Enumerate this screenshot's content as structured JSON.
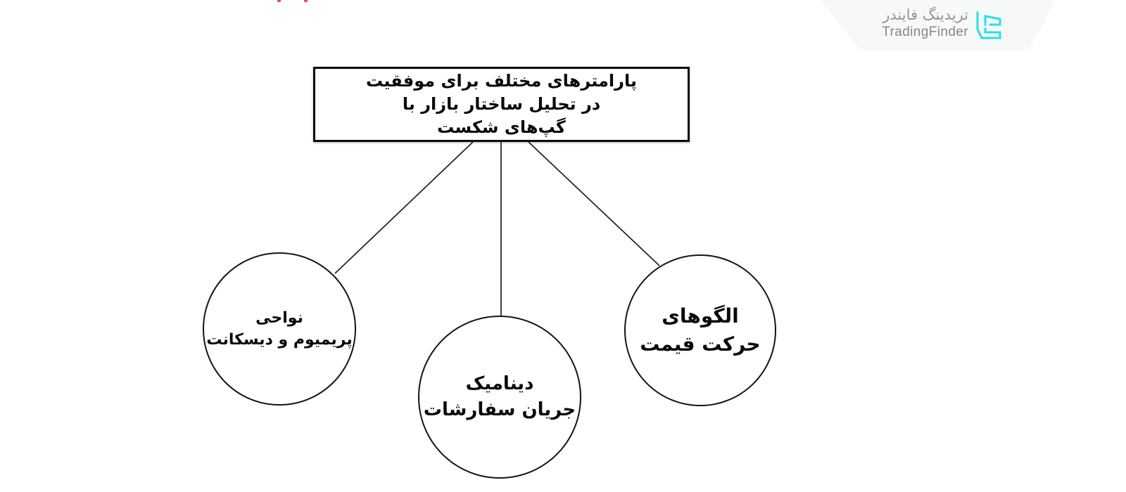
{
  "page": {
    "background": "#ffffff"
  },
  "brand": {
    "name_fa": "تریدینگ فایندر",
    "name_en": "TradingFinder",
    "icon": "tradingfinder-logo-icon",
    "accent_color": "#26e0e8",
    "banner_color": "#f7f8f8",
    "text_color": "#8a8a8a"
  },
  "diagram": {
    "stroke_color": "#1f1f1f",
    "root": {
      "lines": [
        "پارامترهای مختلف برای موفقیت",
        "در تحلیل ساختار بازار با",
        "گپ‌های شکست"
      ]
    },
    "nodes": [
      {
        "id": "premium-discount-zones",
        "lines": [
          "نواحی",
          "پریمیوم و دیسکانت"
        ]
      },
      {
        "id": "order-flow-dynamics",
        "lines": [
          "دینامیک",
          "جریان سفارشات"
        ]
      },
      {
        "id": "price-movement-patterns",
        "lines": [
          "الگوهای",
          "حرکت قیمت"
        ]
      }
    ]
  }
}
